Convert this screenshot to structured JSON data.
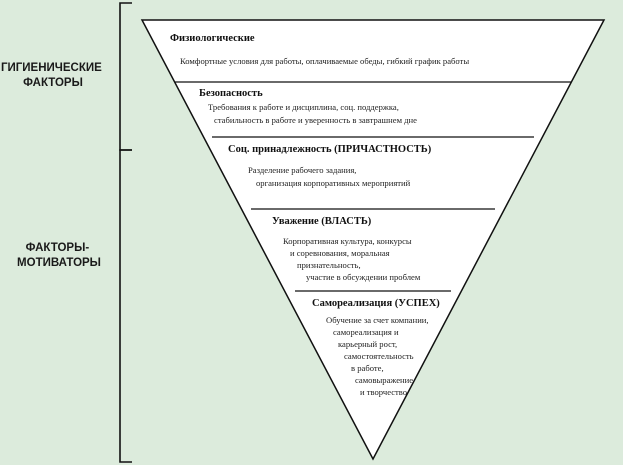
{
  "groups": {
    "hygiene": {
      "line1": "ГИГИЕНИЧЕСКИЕ",
      "line2": "ФАКТОРЫ"
    },
    "motivators": {
      "line1": "ФАКТОРЫ-",
      "line2": "МОТИВАТОРЫ"
    }
  },
  "levels": [
    {
      "title": "Физиологические",
      "desc": [
        "Комфортные условия для работы, оплачиваемые обеды, гибкий график работы"
      ]
    },
    {
      "title": "Безопасность",
      "desc": [
        "Требования к работе и дисциплина, соц. поддержка,",
        "стабильность в работе и уверенность в завтрашнем дне"
      ]
    },
    {
      "title": "Соц. принадлежность (ПРИЧАСТНОСТЬ)",
      "desc": [
        "Разделение рабочего задания,",
        "организация корпоративных мероприятий"
      ]
    },
    {
      "title": "Уважение (ВЛАСТЬ)",
      "desc": [
        "Корпоративная культура, конкурсы",
        "и соревнования, моральная",
        "признательность,",
        "участие в обсуждении проблем"
      ]
    },
    {
      "title": "Самореализация (УСПЕХ)",
      "desc": [
        "Обучение за счет компании,",
        "самореализация и",
        "карьерный рост,",
        "самостоятельность",
        "в работе,",
        "самовыражение",
        "и творчество"
      ]
    }
  ],
  "colors": {
    "background": "#dcebdc",
    "triangle_fill": "#ffffff",
    "stroke": "#111111"
  }
}
